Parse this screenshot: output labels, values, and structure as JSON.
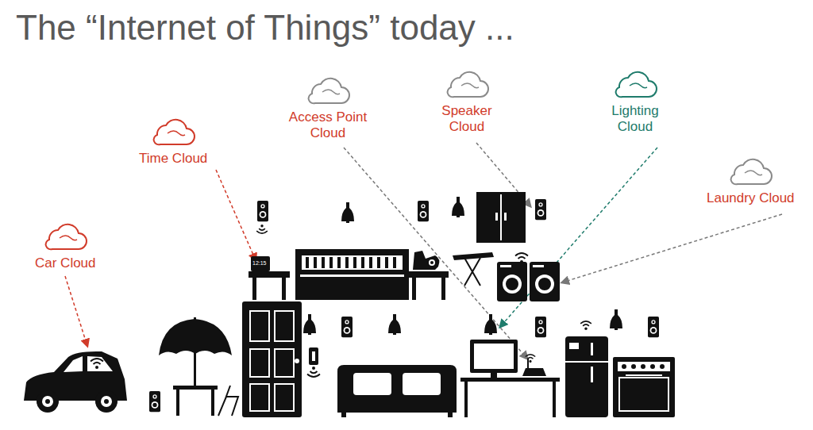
{
  "diagram": {
    "title": "The “Internet of Things” today ...",
    "nodes": [
      {
        "text": [
          "Car Cloud"
        ]
      },
      {
        "text": [
          "Time Cloud"
        ]
      },
      {
        "text": [
          "Access Point Cloud"
        ]
      },
      {
        "text": [
          "Speaker Cloud"
        ]
      },
      {
        "text": [
          "Lighting Cloud"
        ]
      },
      {
        "text": [
          "Laundry Cloud"
        ]
      }
    ],
    "labels": [
      "12:15"
    ]
  }
}
